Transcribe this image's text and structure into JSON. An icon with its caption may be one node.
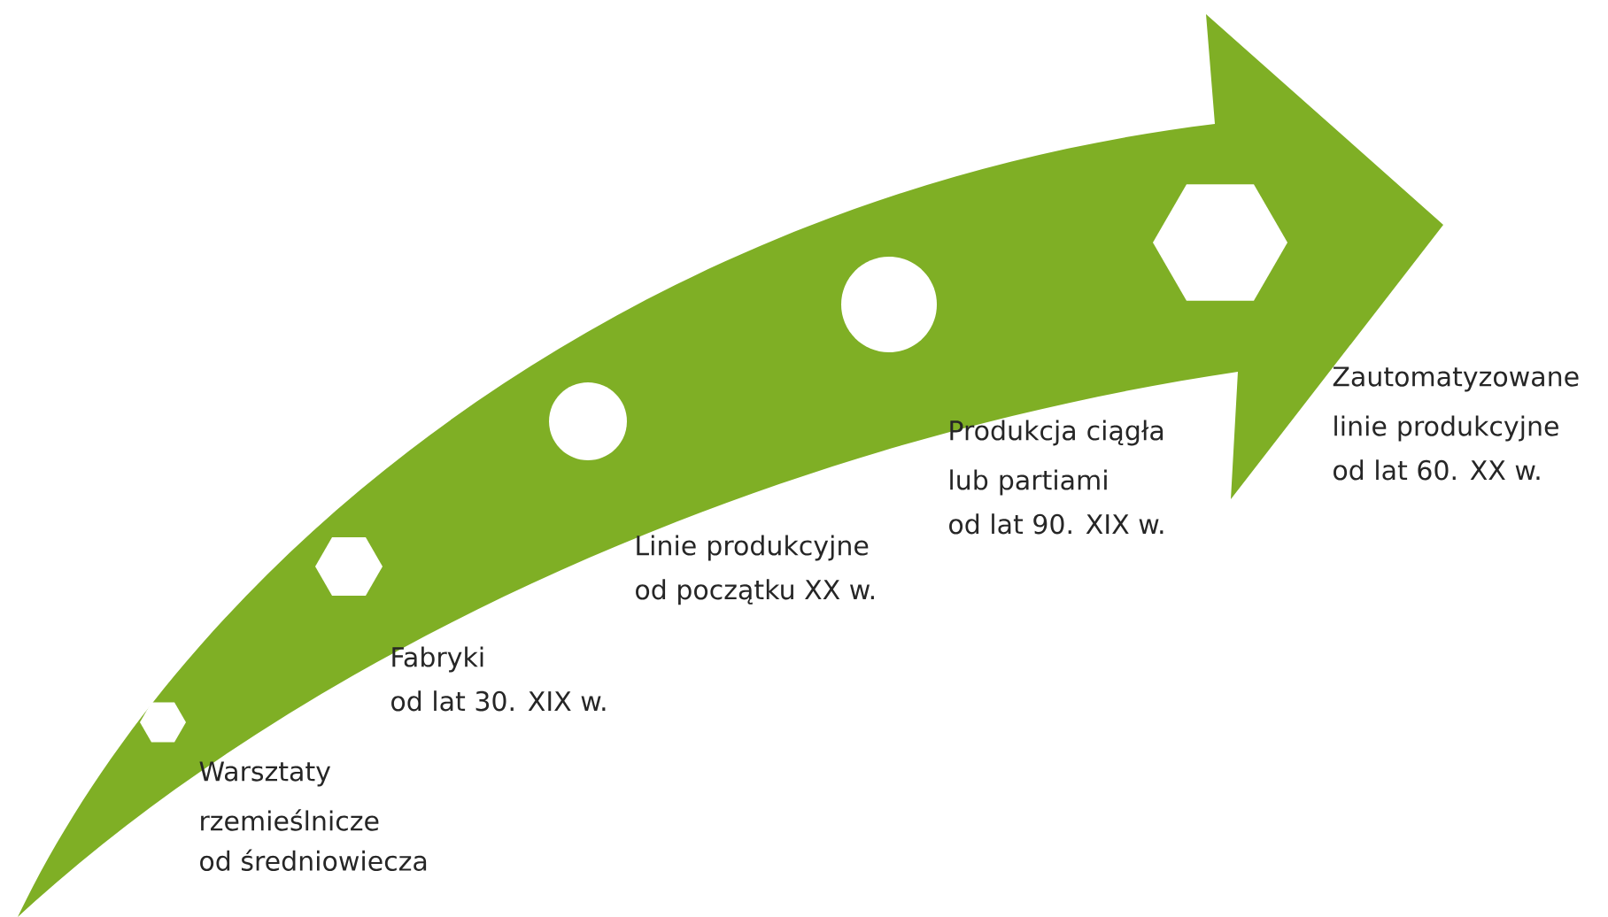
{
  "diagram": {
    "nodes": [
      {
        "text": [],
        "shape": "hexagon",
        "beside": [
          "Warsztaty rzemieślnicze",
          "od średniowiecza"
        ]
      },
      {
        "text": [],
        "shape": "hexagon",
        "beside": [
          "Fabryki",
          "od lat 30. XIX w."
        ]
      },
      {
        "text": [],
        "shape": "circle",
        "beside": [
          "Linie produkcyjne",
          "od początku XX w."
        ]
      },
      {
        "text": [],
        "shape": "circle",
        "beside": [
          "Produkcja ciągła lub partiami",
          "od lat 90. XIX w."
        ]
      },
      {
        "text": [],
        "shape": "hexagon",
        "beside": [
          "Zautomatyzowane linie produkcyjne",
          "od lat 60. XX w."
        ]
      }
    ]
  }
}
